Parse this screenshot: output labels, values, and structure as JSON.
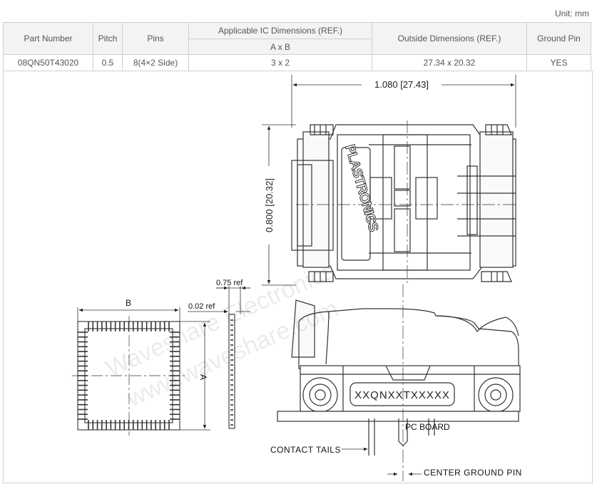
{
  "unit_label": "Unit: mm",
  "table": {
    "headers": {
      "part_number": "Part Number",
      "pitch": "Pitch",
      "pins": "Pins",
      "ic_dimensions": "Applicable IC Dimensions (REF.)",
      "ic_sub": "A x B",
      "outside": "Outside Dimensions (REF.)",
      "ground_pin": "Ground Pin"
    },
    "row": {
      "part_number": "08QN50T43020",
      "pitch": "0.5",
      "pins": "8(4×2 Side)",
      "ic_dimensions": "3 x 2",
      "outside": "27.34 x 20.32",
      "ground_pin": "YES"
    }
  },
  "drawing": {
    "width_dim": "1.080 [27.43]",
    "height_dim": "0.800 [20.32]",
    "brand": "PLASTRONICS",
    "part_code": "XXQNXXTXXXXX",
    "pc_board": "PC BOARD",
    "contact_tails": "CONTACT TAILS",
    "center_ground_pin": "CENTER GROUND PIN",
    "label_b": "B",
    "label_a": "A",
    "thickness_ref": "0.75 ref",
    "standoff_ref": "0.02 ref",
    "watermark_1": "Waveshare Electronics",
    "watermark_2": "www.waveshare.com"
  }
}
